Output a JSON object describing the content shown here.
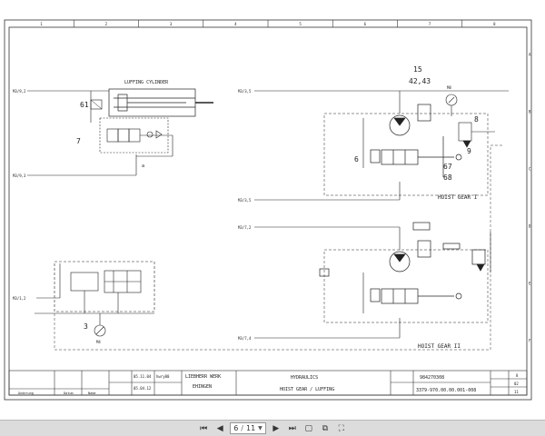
{
  "diagram": {
    "columns": [
      "1",
      "2",
      "3",
      "4",
      "5",
      "6",
      "7",
      "8"
    ],
    "rows": [
      "A",
      "B",
      "C",
      "D",
      "E",
      "F"
    ],
    "luffing": {
      "label": "LUFFING CYLINDER",
      "id_61": "61",
      "id_7": "7",
      "id_3": "3",
      "gauge": "M4",
      "port_top": "M3/9,2",
      "port_mid": "M3/9,3",
      "port_low": "M3/1,2",
      "tag_a": "a"
    },
    "hoist1": {
      "label": "HOIST GEAR I",
      "id_15": "15",
      "id_4243": "42,43",
      "gauge": "M8",
      "id_8": "8",
      "id_9": "9",
      "id_6": "6",
      "id_67": "67",
      "id_68": "68",
      "port_top": "M3/3,5",
      "port_bot": "M3/3,5"
    },
    "hoist2": {
      "label": "HOIST GEAR II",
      "port_top": "M3/7,2",
      "port_bot": "M3/7,4"
    },
    "title_block": {
      "date1": "05.11.04",
      "user1": "hwry00",
      "date2": "05.04.12",
      "company": "LIEBHERR WERK",
      "city": "EHINGEN",
      "title1": "HYDRAULICS",
      "title2": "HOIST GEAR / LUFFING",
      "doc_no": "984270308",
      "drawing_no": "3379-970.00.00.001-008",
      "sheet_a": "8",
      "sheet_b": "02",
      "sheet_c": "11",
      "rev_col": "Änderung",
      "date_col": "Datum",
      "name_col": "Name"
    }
  },
  "toolbar": {
    "page_current": "6",
    "page_separator": "/",
    "page_total": "11"
  }
}
